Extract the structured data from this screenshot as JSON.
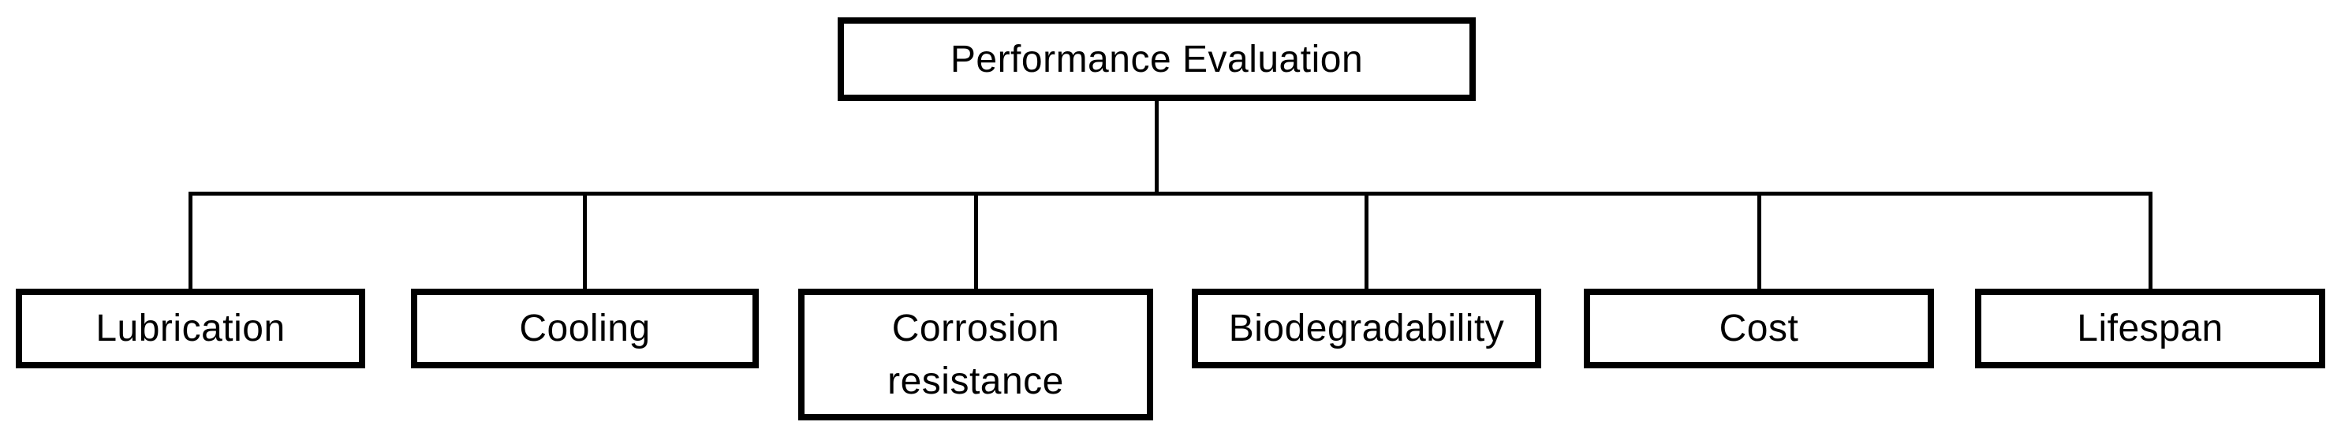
{
  "diagram": {
    "type": "hierarchy-tree",
    "root": {
      "label": "Performance Evaluation"
    },
    "children": [
      {
        "label": "Lubrication"
      },
      {
        "label": "Cooling"
      },
      {
        "label": "Corrosion resistance"
      },
      {
        "label": "Biodegradability"
      },
      {
        "label": "Cost"
      },
      {
        "label": "Lifespan"
      }
    ],
    "colors": {
      "background": "#ffffff",
      "box_fill": "#ffffff",
      "stroke": "#000000",
      "text": "#000000"
    }
  }
}
